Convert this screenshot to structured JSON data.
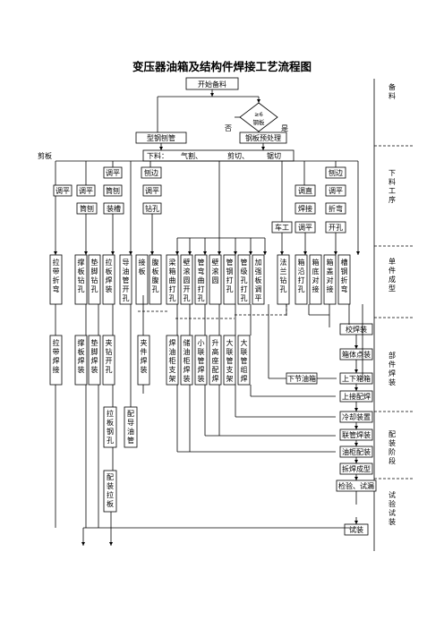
{
  "title": "变压器油箱及结构件焊接工艺流程图",
  "stages": [
    "备料",
    "下料工序",
    "单件成型",
    "部件焊装",
    "配装阶段",
    "试验试装"
  ],
  "top": {
    "start": "开始备料",
    "decision_a": "≥6",
    "decision_b": "钢板",
    "no": "否",
    "yes": "是",
    "profile": "型钢刨管",
    "pretreat": "钢板预处理",
    "cutting": [
      "下料：",
      "气割、",
      "剪切、",
      "锯切"
    ],
    "shear_plate": "剪板"
  },
  "prep": {
    "flat1": "调平",
    "flat2": "调平",
    "flat3": "调平",
    "hole_drill": "筒刨",
    "shear1": "筒刨",
    "shear2": "装槽",
    "side_a": "刨边",
    "flat_a": "调平",
    "drill_a": "钻孔",
    "straight": "调直",
    "weld_a": "焊接",
    "lathe": "车工",
    "flat_b": "调平",
    "side_b": "刨边",
    "flat_c": "调平",
    "bend": "折弯",
    "open_hole": "开孔"
  },
  "single": [
    "拉带折弯",
    "撑板钻孔",
    "垫脚钻孔",
    "拉板焊装",
    "导油管开孔",
    "接板",
    "腹板腹孔",
    "梁箱曲打孔",
    "壁滚圆开孔",
    "管弯曲打孔",
    "壁滚圆",
    "管钢打孔",
    "管级孔打孔",
    "加强板调平",
    "法兰钻孔",
    "箱沿打孔",
    "箱底对接",
    "箱盖对接",
    "槽钢折弯"
  ],
  "assembly": [
    "拉带焊接",
    "撑板焊装",
    "垫脚焊装",
    "夹钻开孔",
    "夹件焊装",
    "焊油柜支架",
    "储油柜焊装",
    "小联管焊装",
    "升高座配焊",
    "大联管支架",
    "大联管组焊"
  ],
  "right_flow": [
    "校焊装",
    "箱体点装",
    "上下箱箱",
    "上接配焊",
    "冷却装置",
    "联管焊装",
    "油柜配装",
    "拆焊成型",
    "检验、试漏",
    "试装"
  ],
  "bottom_box": "下节油箱",
  "fit": [
    "拉板钢孔",
    "配导油管",
    "配装拉板"
  ]
}
